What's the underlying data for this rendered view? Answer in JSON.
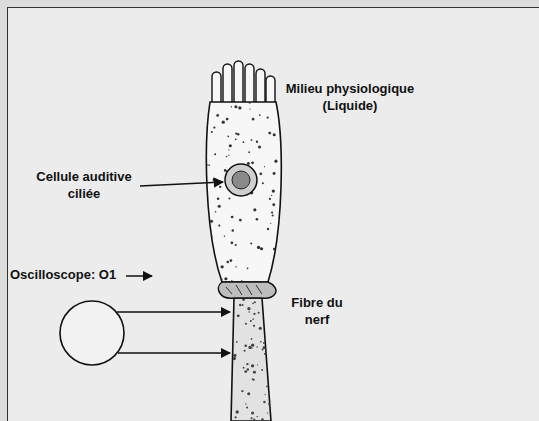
{
  "diagram": {
    "labels": [
      "Cellule auditive ciliée",
      "Milieu physiologique (Liquide)",
      "Oscilloscope: O1",
      "Fibre du nerf"
    ]
  }
}
